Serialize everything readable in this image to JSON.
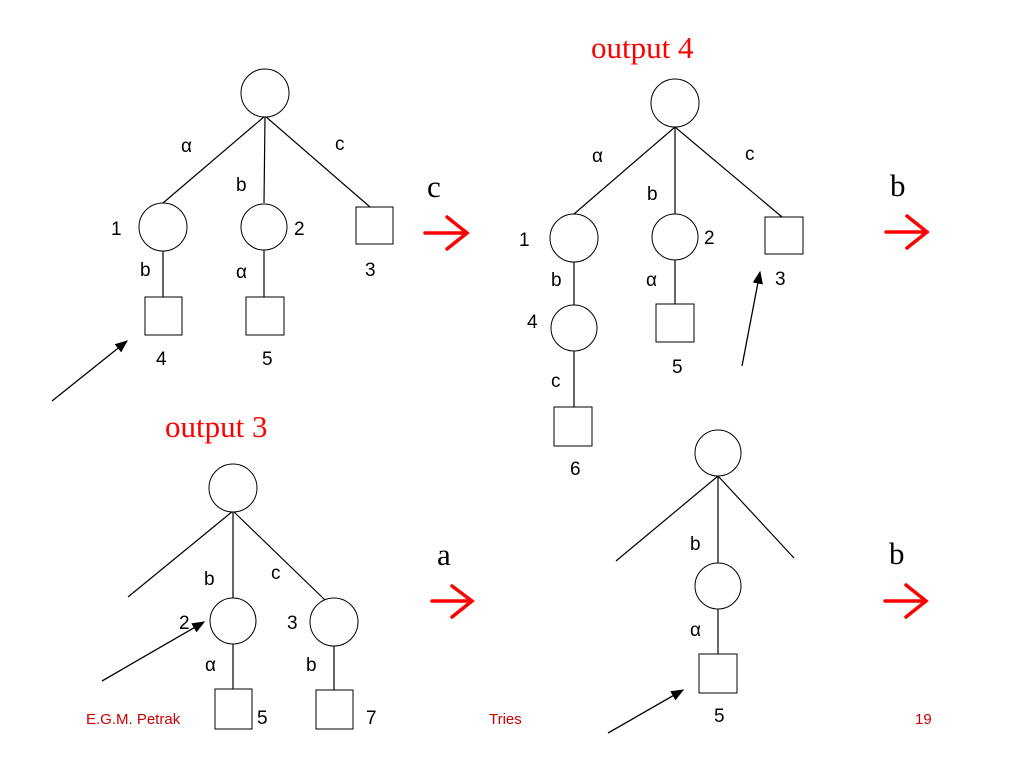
{
  "tl": {
    "edge_alpha": "α",
    "edge_b": "b",
    "edge_c": "c",
    "n1": "1",
    "n2": "2",
    "n3": "3",
    "e_b": "b",
    "e_alpha": "α",
    "n4": "4",
    "n5": "5"
  },
  "step_tl": {
    "char": "c"
  },
  "tr": {
    "title": "output 4",
    "edge_alpha": "α",
    "edge_b": "b",
    "edge_c": "c",
    "n1": "1",
    "n2": "2",
    "n3": "3",
    "e_b": "b",
    "e_alpha": "α",
    "n4": "4",
    "n5": "5",
    "e_c": "c",
    "n6": "6"
  },
  "step_tr": {
    "char": "b"
  },
  "bl": {
    "title": "output 3",
    "edge_b": "b",
    "edge_c": "c",
    "n2": "2",
    "n3": "3",
    "e_alpha": "α",
    "e_b": "b",
    "n5": "5",
    "n7": "7"
  },
  "step_bl": {
    "char": "a"
  },
  "br": {
    "edge_b": "b",
    "e_alpha": "α",
    "n5": "5"
  },
  "step_br": {
    "char": "b"
  },
  "footer": {
    "author": "E.G.M. Petrak",
    "topic": "Tries",
    "page": "19"
  },
  "colors": {
    "accent": "#ff0000",
    "footer": "#cc0000"
  }
}
